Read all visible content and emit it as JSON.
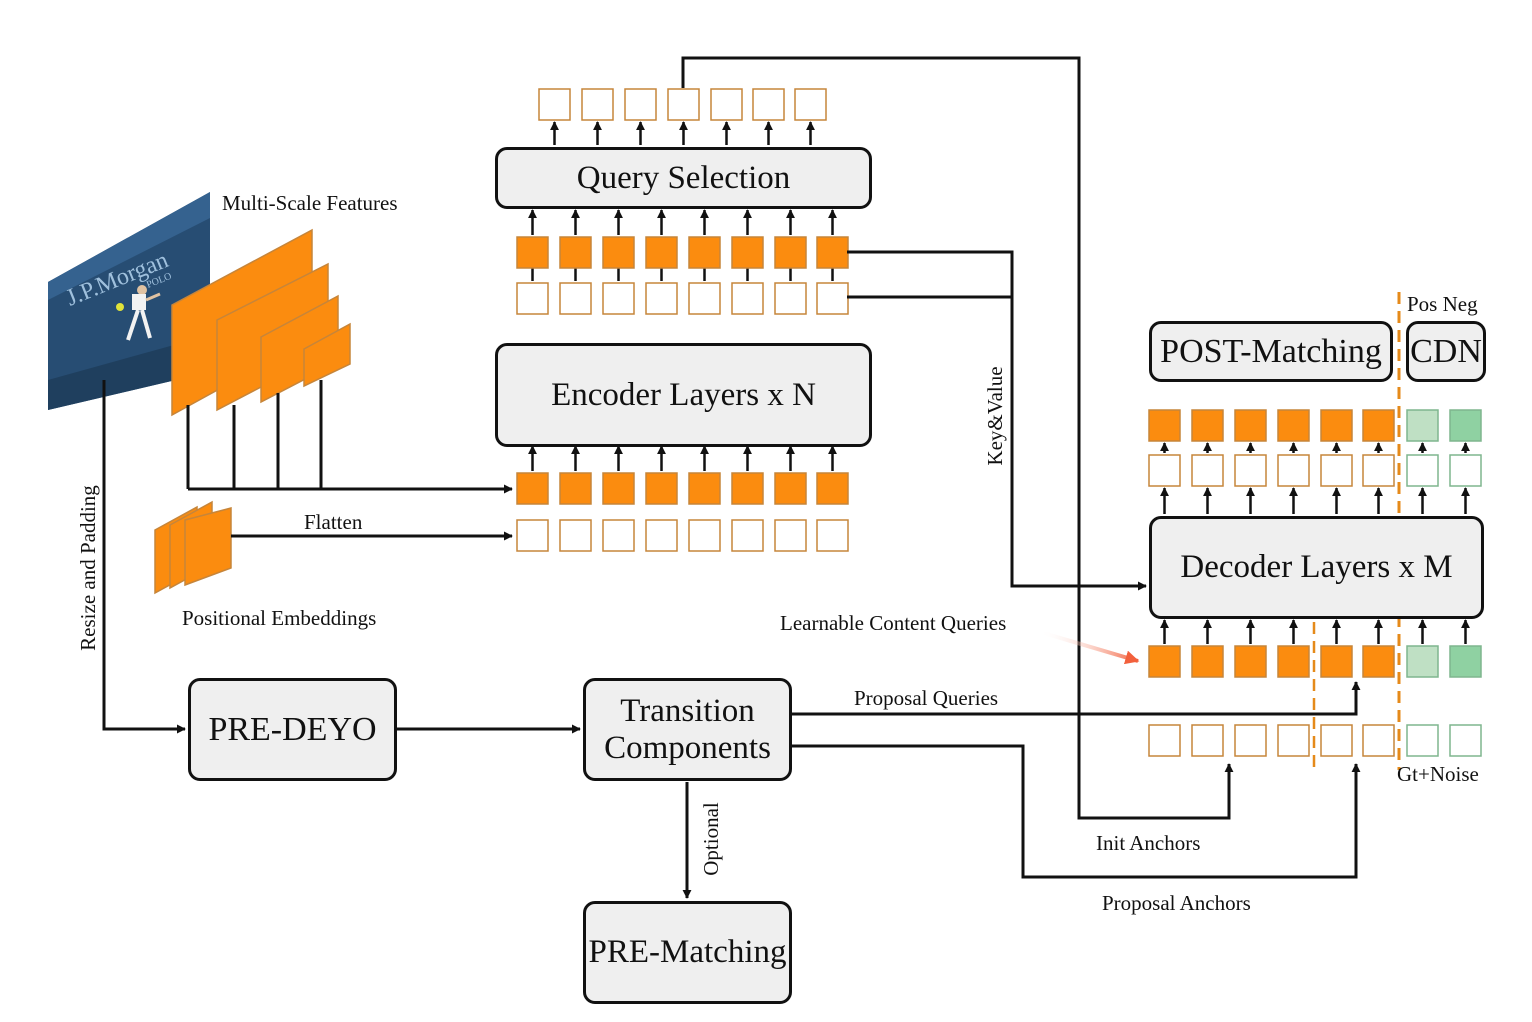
{
  "blocks": {
    "query_selection": "Query Selection",
    "encoder": "Encoder Layers x N",
    "decoder": "Decoder Layers x M",
    "post_matching": "POST-Matching",
    "cdn": "CDN",
    "pre_deyo": "PRE-DEYO",
    "transition_line1": "Transition",
    "transition_line2": "Components",
    "pre_matching": "PRE-Matching"
  },
  "labels": {
    "multi_scale": "Multi-Scale Features",
    "flatten": "Flatten",
    "positional": "Positional Embeddings",
    "resize_padding": "Resize and Padding",
    "key_value": "Key&Value",
    "pos_neg": "Pos Neg",
    "learnable_queries": "Learnable Content Queries",
    "proposal_queries": "Proposal Queries",
    "gt_noise": "Gt+Noise",
    "init_anchors": "Init Anchors",
    "proposal_anchors": "Proposal Anchors",
    "optional": "Optional"
  },
  "image": {
    "banner_text": "J.P.Morgan",
    "banner_small": "POLO"
  },
  "colors": {
    "orange": "#fb8c0f",
    "orange_outline": "#c6853a",
    "green_light": "#bfe0c4",
    "green_mid": "#8fd1a2",
    "green_outline": "#7fb58e",
    "dashed": "#e58a1a",
    "arrow_pink": "#f2603c",
    "block_fill": "#efefef"
  },
  "icons": {
    "input_image": "tennis-photo-thumbnail"
  }
}
